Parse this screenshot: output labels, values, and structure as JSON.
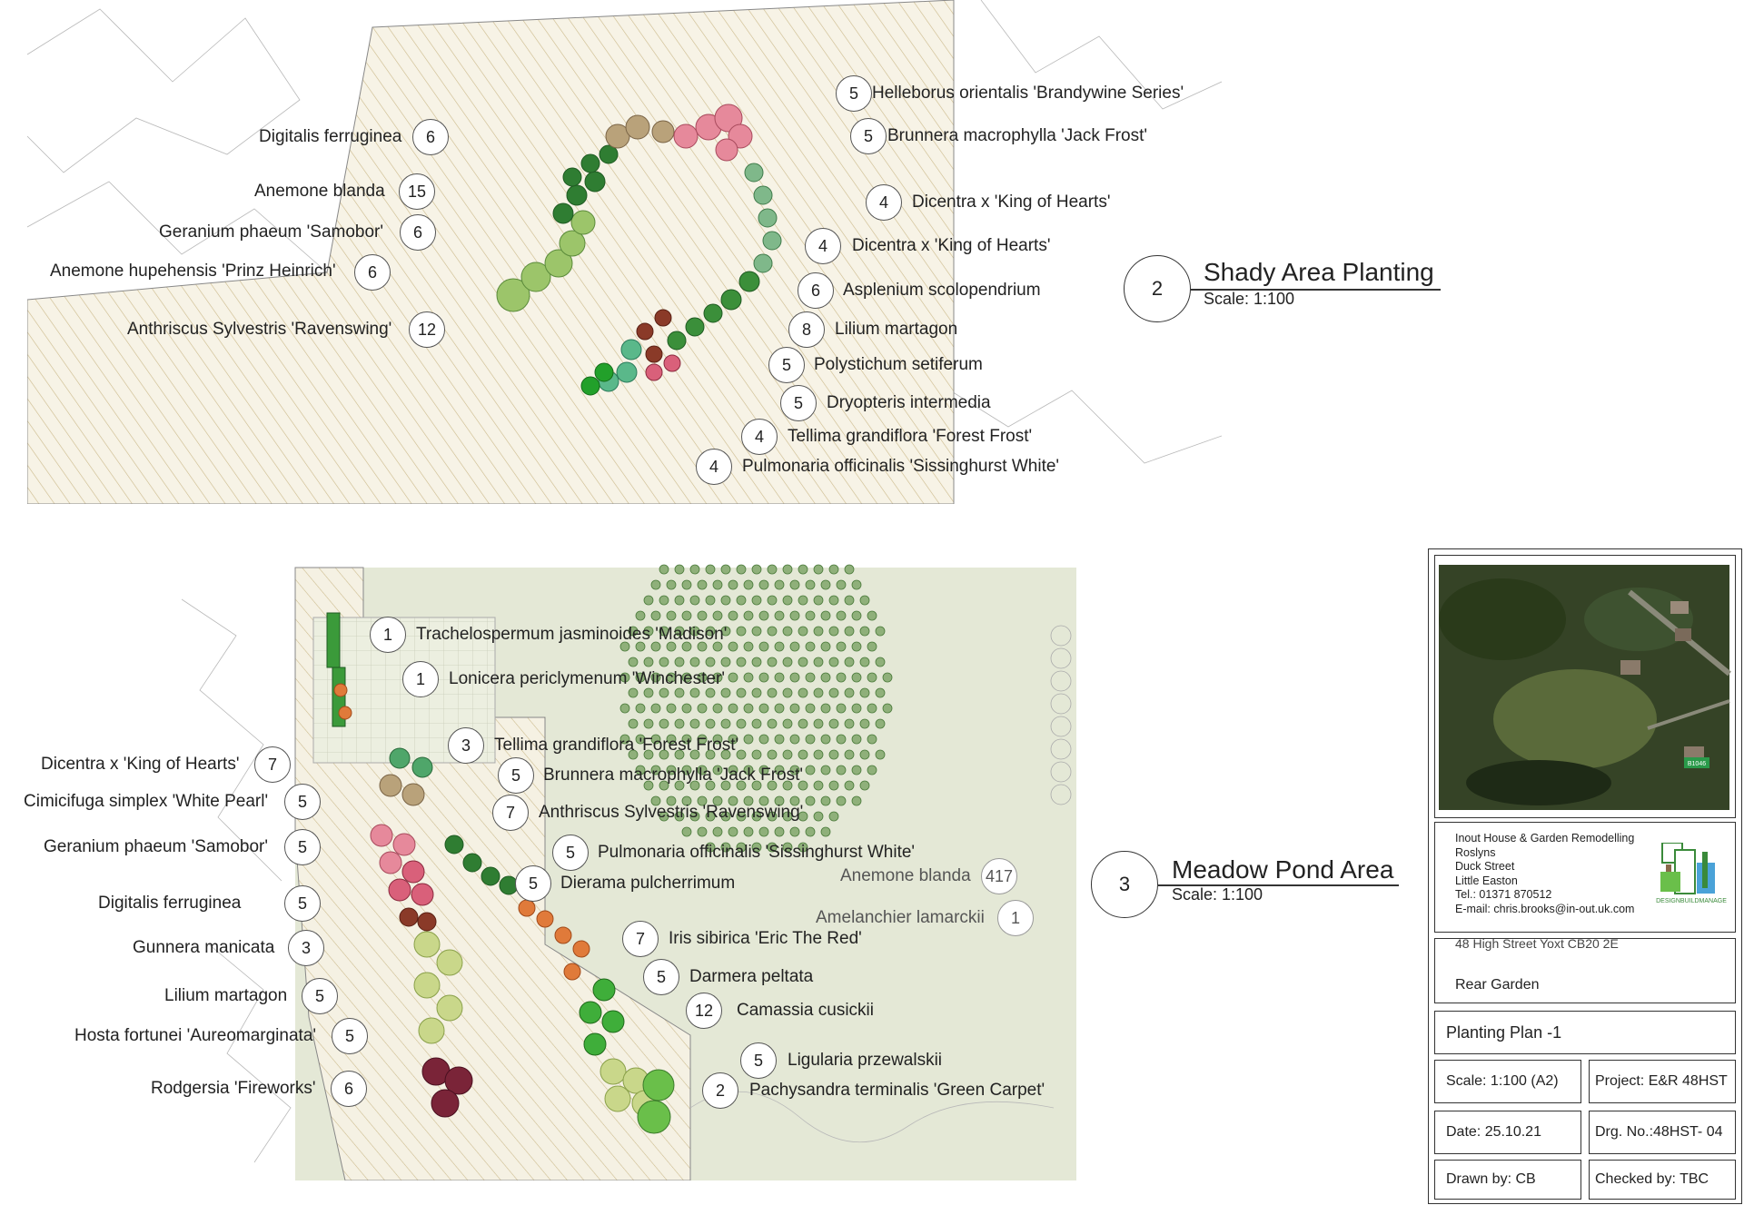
{
  "shady": {
    "number": "2",
    "title": "Shady Area Planting",
    "scale": "Scale: 1:100",
    "labels": [
      {
        "name": "Helleborus orientalis 'Brandywine Series'",
        "qty": "5"
      },
      {
        "name": "Digitalis ferruginea",
        "qty": "6"
      },
      {
        "name": "Brunnera macrophylla 'Jack Frost'",
        "qty": "5"
      },
      {
        "name": "Anemone blanda",
        "qty": "15"
      },
      {
        "name": "Dicentra x 'King of Hearts'",
        "qty": "4"
      },
      {
        "name": "Geranium phaeum 'Samobor'",
        "qty": "6"
      },
      {
        "name": "Dicentra x 'King of Hearts'",
        "qty": "4"
      },
      {
        "name": "Anemone hupehensis 'Prinz Heinrich'",
        "qty": "6"
      },
      {
        "name": "Asplenium scolopendrium",
        "qty": "6"
      },
      {
        "name": "Anthriscus Sylvestris 'Ravenswing'",
        "qty": "12"
      },
      {
        "name": "Lilium martagon",
        "qty": "8"
      },
      {
        "name": "Polystichum setiferum",
        "qty": "5"
      },
      {
        "name": "Dryopteris intermedia",
        "qty": "5"
      },
      {
        "name": "Tellima grandiflora 'Forest Frost'",
        "qty": "4"
      },
      {
        "name": "Pulmonaria officinalis 'Sissinghurst White'",
        "qty": "4"
      }
    ]
  },
  "meadow": {
    "number": "3",
    "title": "Meadow Pond Area",
    "scale": "Scale: 1:100",
    "labels": [
      {
        "name": "Trachelospermum jasminoides 'Madison'",
        "qty": "1"
      },
      {
        "name": "Lonicera periclymenum 'Winchester'",
        "qty": "1"
      },
      {
        "name": "Tellima grandiflora 'Forest Frost'",
        "qty": "3"
      },
      {
        "name": "Dicentra x 'King of Hearts'",
        "qty": "7"
      },
      {
        "name": "Brunnera macrophylla 'Jack Frost'",
        "qty": "5"
      },
      {
        "name": "Cimicifuga simplex 'White Pearl'",
        "qty": "5"
      },
      {
        "name": "Anthriscus Sylvestris 'Ravenswing'",
        "qty": "7"
      },
      {
        "name": "Geranium phaeum 'Samobor'",
        "qty": "5"
      },
      {
        "name": "Pulmonaria officinalis 'Sissinghurst White'",
        "qty": "5"
      },
      {
        "name": "Anemone blanda",
        "qty": "417"
      },
      {
        "name": "Dierama pulcherrimum",
        "qty": "5"
      },
      {
        "name": "Digitalis ferruginea",
        "qty": "5"
      },
      {
        "name": "Amelanchier lamarckii",
        "qty": "1"
      },
      {
        "name": "Iris sibirica 'Eric The Red'",
        "qty": "7"
      },
      {
        "name": "Gunnera manicata",
        "qty": "3"
      },
      {
        "name": "Darmera peltata",
        "qty": "5"
      },
      {
        "name": "Lilium martagon",
        "qty": "5"
      },
      {
        "name": "Camassia cusickii",
        "qty": "12"
      },
      {
        "name": "Hosta fortunei 'Aureomarginata'",
        "qty": "5"
      },
      {
        "name": "Ligularia przewalskii",
        "qty": "5"
      },
      {
        "name": "Rodgersia 'Fireworks'",
        "qty": "6"
      },
      {
        "name": "Pachysandra terminalis 'Green Carpet'",
        "qty": "2"
      }
    ]
  },
  "titleblock": {
    "map_labels": [
      "B1046"
    ],
    "address": [
      "Inout House & Garden Remodelling",
      "Roslyns",
      "Duck Street",
      "Little Easton",
      "Tel.: 01371 870512",
      "E-mail: chris.brooks@in-out.uk.com"
    ],
    "logo_text": "DESIGNBUILDMANAGE",
    "client_partial": "48 High Street Yoxt CB20 2E",
    "site": "Rear Garden",
    "drawing_title": "Planting Plan -1",
    "scale": "Scale: 1:100 (A2)",
    "project": "Project: E&R 48HST",
    "date": "Date: 25.10.21",
    "drg_no": "Drg. No.:48HST- 04",
    "drawn_by": "Drawn by: CB",
    "checked_by": "Checked by: TBC"
  },
  "colors": {
    "hatch": "#c9b98a",
    "meadow": "#e4e8d6",
    "leaf_dark": "#2f7d32",
    "leaf_light": "#9cc56a",
    "pink": "#d9607a",
    "burgundy": "#7a2438",
    "orange": "#e07a3a"
  }
}
